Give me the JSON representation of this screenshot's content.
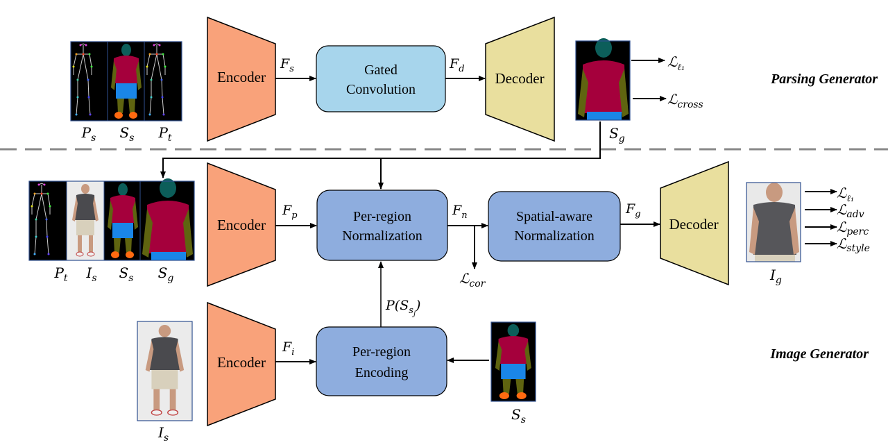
{
  "colors": {
    "encoder": "#f9a27a",
    "decoder": "#e9df9e",
    "gated": "#a7d5ec",
    "block": "#8eadde",
    "divider": "#888888",
    "arrow": "#000000",
    "frame": "#2f4f8f"
  },
  "sections": {
    "parsing_title": "Parsing Generator",
    "image_title": "Image Generator"
  },
  "parsing": {
    "encoder": "Encoder",
    "gated_line1": "Gated",
    "gated_line2": "Convolution",
    "decoder": "Decoder",
    "f_s": {
      "base": "F",
      "sub": "s"
    },
    "f_d": {
      "base": "F",
      "sub": "d"
    },
    "inputs": [
      {
        "base": "P",
        "sub": "s",
        "kind": "pose"
      },
      {
        "base": "S",
        "sub": "s",
        "kind": "parsing"
      },
      {
        "base": "P",
        "sub": "t",
        "kind": "pose"
      }
    ],
    "output": {
      "base": "S",
      "sub": "g"
    },
    "losses": [
      {
        "base": "ℒ",
        "sub": "ℓ₁"
      },
      {
        "base": "ℒ",
        "sub": "cross"
      }
    ]
  },
  "image": {
    "encoder_top": "Encoder",
    "encoder_bottom": "Encoder",
    "prn_line1": "Per-region",
    "prn_line2": "Normalization",
    "san_line1": "Spatial-aware",
    "san_line2": "Normalization",
    "pre_line1": "Per-region",
    "pre_line2": "Encoding",
    "decoder": "Decoder",
    "f_p": {
      "base": "F",
      "sub": "p"
    },
    "f_n": {
      "base": "F",
      "sub": "n"
    },
    "f_g": {
      "base": "F",
      "sub": "g"
    },
    "f_i": {
      "base": "F",
      "sub": "i"
    },
    "p_ss": "P(S",
    "p_ss_sub": "s",
    "p_ss_subsub": "j",
    "p_ss_close": ")",
    "l_cor": {
      "base": "ℒ",
      "sub": "cor"
    },
    "inputs": [
      {
        "base": "P",
        "sub": "t",
        "kind": "pose"
      },
      {
        "base": "I",
        "sub": "s",
        "kind": "photo"
      },
      {
        "base": "S",
        "sub": "s",
        "kind": "parsing"
      },
      {
        "base": "S",
        "sub": "g",
        "kind": "parsing-zoom"
      }
    ],
    "bottom_source": {
      "base": "I",
      "sub": "s"
    },
    "bottom_parsing": {
      "base": "S",
      "sub": "s"
    },
    "output": {
      "base": "I",
      "sub": "g"
    },
    "losses": [
      {
        "base": "ℒ",
        "sub": "ℓ₁"
      },
      {
        "base": "ℒ",
        "sub": "adv"
      },
      {
        "base": "ℒ",
        "sub": "perc"
      },
      {
        "base": "ℒ",
        "sub": "style"
      }
    ]
  }
}
